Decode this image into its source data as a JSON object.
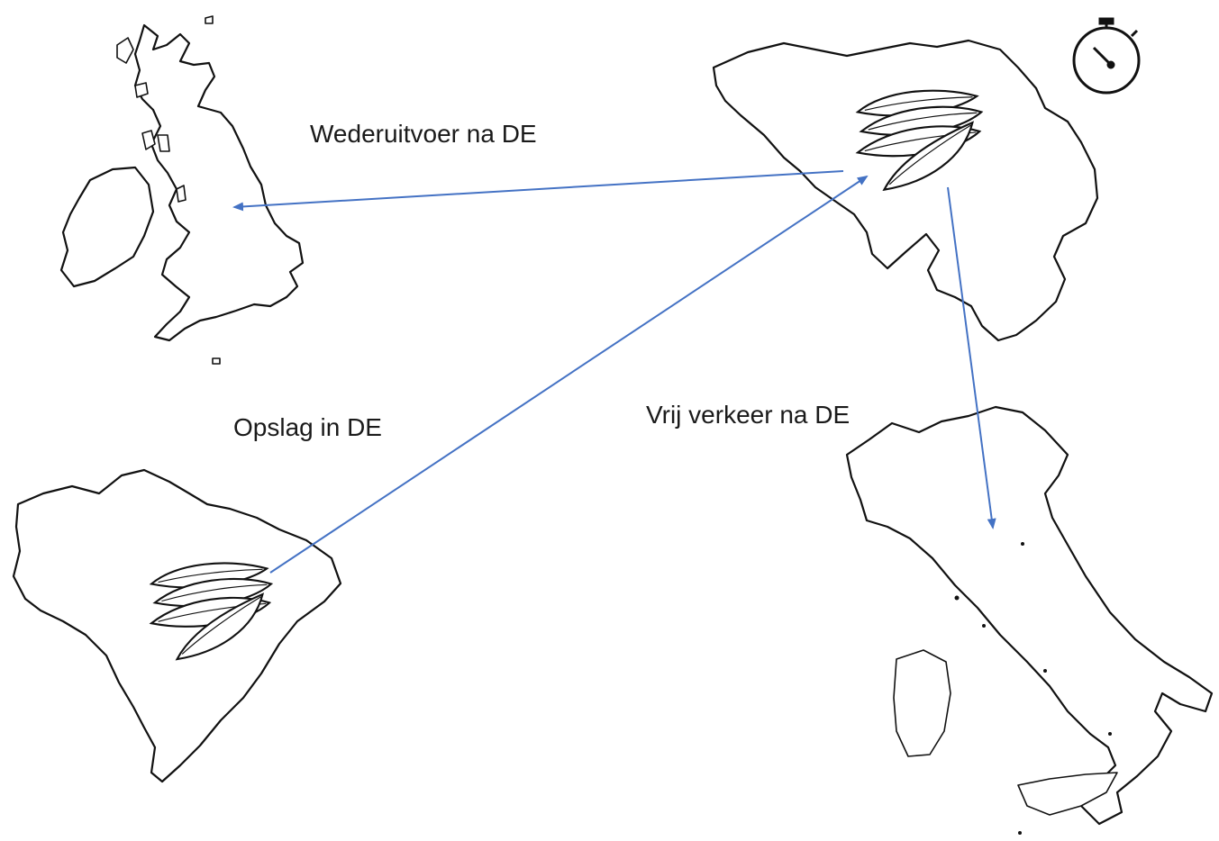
{
  "labels": {
    "reexport": "Wederuitvoer na DE",
    "storage": "Opslag in DE",
    "free_circulation": "Vrij verkeer na DE"
  },
  "maps": [
    "uk-ireland-map",
    "belgium-map",
    "brazil-map",
    "italy-map"
  ],
  "icons": {
    "timer": "stopwatch-icon",
    "goods": "tobacco-leaves-icon"
  },
  "colors": {
    "arrow": "#4472c4",
    "outline": "#111111",
    "text": "#1a1a1a"
  }
}
